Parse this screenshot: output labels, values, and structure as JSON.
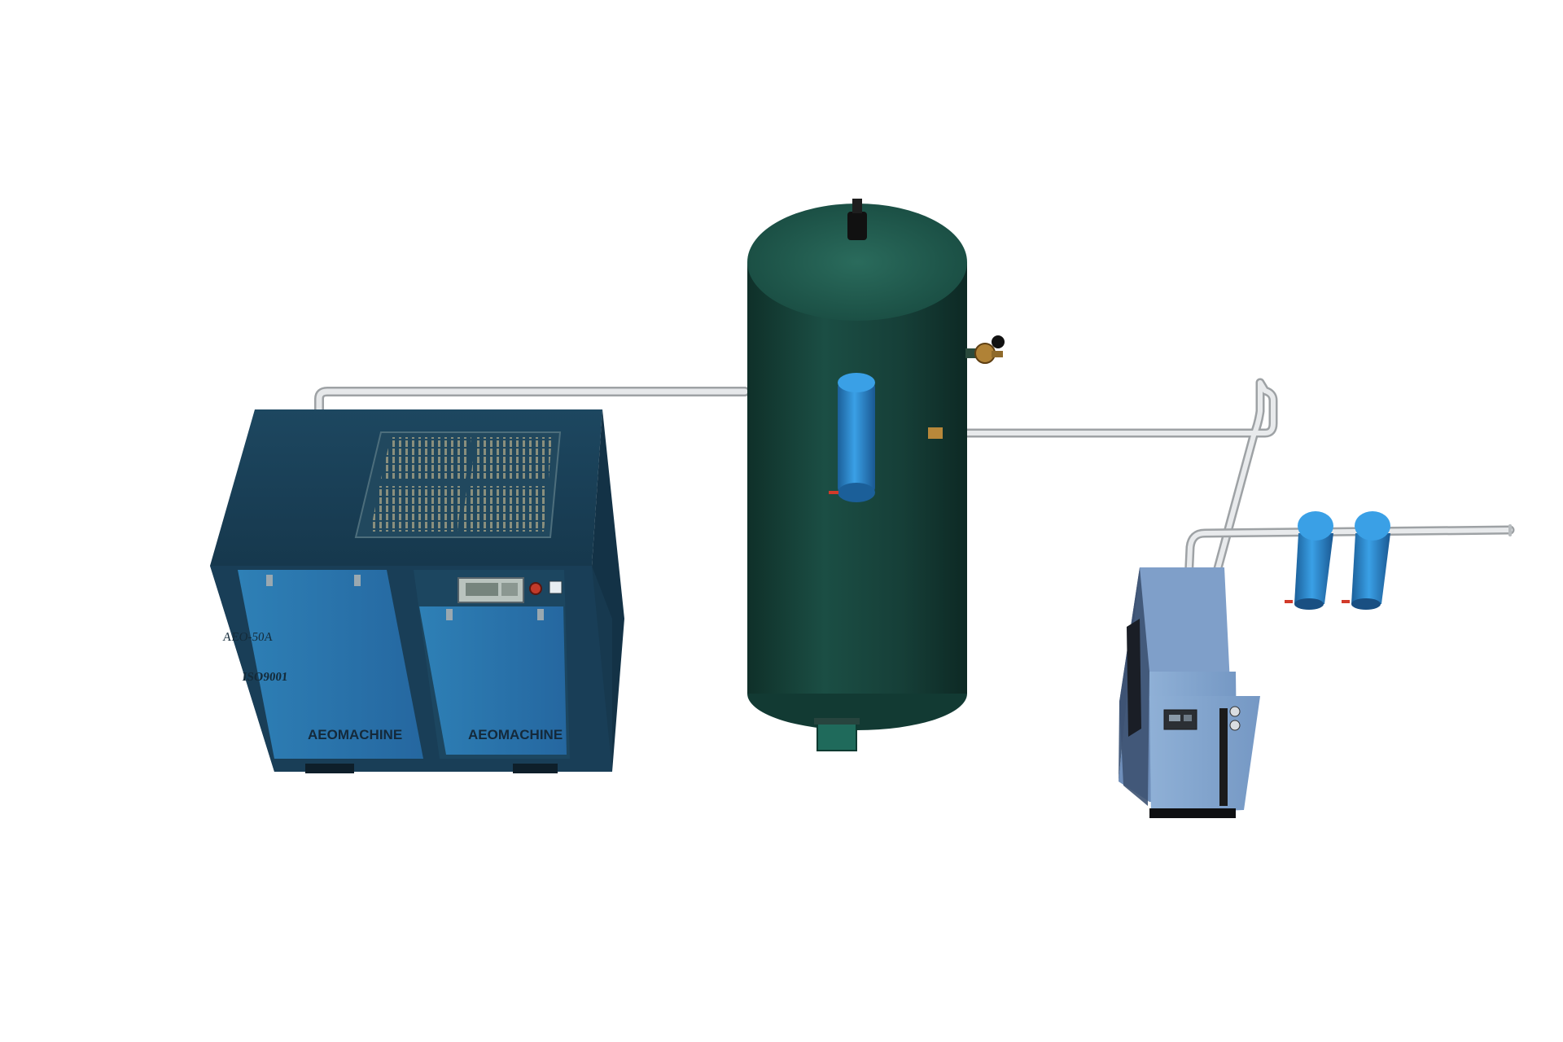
{
  "scene": {
    "background": "#ffffff",
    "compressor": {
      "model": "AEO-50A",
      "certification": "ISO9001",
      "brand_left": "AEOMACHINE",
      "brand_right": "AEOMACHINE",
      "body_color": "#1f4a63",
      "panel_color": "#2c77a8"
    },
    "tank": {
      "color": "#1a4d45"
    },
    "filters": {
      "color": "#2f86c8"
    },
    "dryer": {
      "color": "#86a7cf"
    },
    "pipe": {
      "color": "#d2d5d8"
    },
    "icons": [
      "vent-grille-icon",
      "control-display-icon",
      "valve-icon",
      "drain-icon",
      "emergency-stop-icon"
    ]
  }
}
